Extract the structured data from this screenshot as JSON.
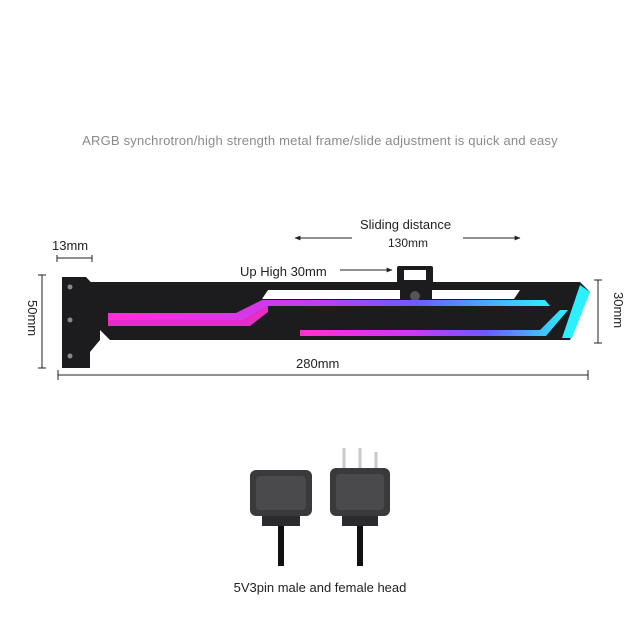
{
  "headline": "ARGB synchrotron/high strength metal frame/slide adjustment is quick and easy",
  "dimensions": {
    "bracket_width": "13mm",
    "sliding_label": "Sliding distance",
    "sliding_value": "130mm",
    "up_high": "Up High 30mm",
    "total_length": "280mm",
    "height_left": "50mm",
    "height_right": "30mm"
  },
  "caption": "5V3pin male and female head",
  "colors": {
    "frame": "#1c1c1e",
    "rgb_left": "#ff2fd6",
    "rgb_mid": "#7a3cff",
    "rgb_right": "#2cf0ff"
  },
  "icons": [
    "bracket-illustration",
    "connector-female-icon",
    "connector-male-icon"
  ]
}
